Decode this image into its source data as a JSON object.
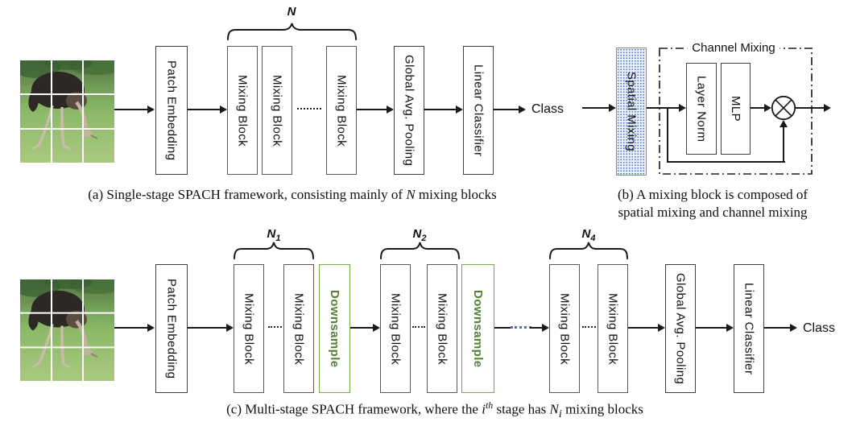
{
  "blocks": {
    "patch_embedding": "Patch Embedding",
    "mixing_block": "Mixing Block",
    "global_avg_pooling": "Global Avg. Pooling",
    "linear_classifier": "Linear Classifier",
    "downsample": "Downsample",
    "spatial_mixing": "Spatial Mixing",
    "layer_norm": "Layer Norm",
    "mlp": "MLP"
  },
  "panel_a": {
    "stage_label": "N",
    "class_text": "Class",
    "caption_pre": "(a) Single-stage SPACH framework, consisting mainly of ",
    "caption_var": "N",
    "caption_post": " mixing blocks"
  },
  "panel_b": {
    "channel_mixing_label": "Channel Mixing",
    "caption_line1": "(b) A mixing block is composed of",
    "caption_line2": "spatial mixing and channel mixing"
  },
  "panel_c": {
    "stage_labels": [
      {
        "base": "N",
        "sub": "1"
      },
      {
        "base": "N",
        "sub": "2"
      },
      {
        "base": "N",
        "sub": "4"
      }
    ],
    "class_text": "Class",
    "caption_p1": "(c) Multi-stage SPACH framework, where the ",
    "caption_i": "i",
    "caption_i_sup": "th",
    "caption_p2": " stage has ",
    "caption_n": "N",
    "caption_n_sub": "i",
    "caption_p3": " mixing blocks"
  },
  "icons": {
    "multiply_icon": "⊗"
  },
  "colors": {
    "downsample_text": "#538135",
    "downsample_border": "#70ad47",
    "spatial_mixing_dots": "#4472c4",
    "spatial_mixing_bg": "#eaf0fb",
    "stage_skip_dots": "#4472c4",
    "line": "#1a1a1a"
  }
}
